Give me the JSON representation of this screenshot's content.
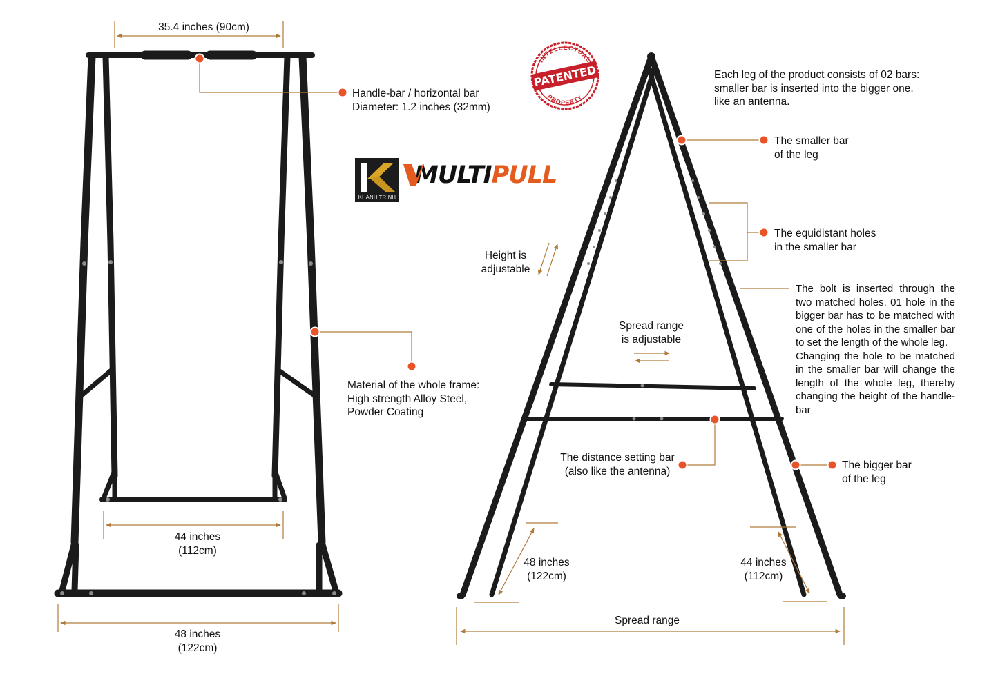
{
  "logo": {
    "name": "KHANH TRINH",
    "letter": "K"
  },
  "brand": {
    "part1": "MULTI",
    "part2": "PULL",
    "accent_color": "#e35b1e"
  },
  "stamp": {
    "top": "INTELLECTUAL",
    "middle": "PATENTED",
    "bottom": "PROPERTY",
    "color": "#c8202a"
  },
  "colors": {
    "frame": "#1b1b1b",
    "dimension_line": "#b07a3a",
    "callout_dot": "#e8532a"
  },
  "front_view": {
    "top_width": "35.4 inches (90cm)",
    "handlebar": "Handle-bar / horizontal bar\nDiameter: 1.2 inches (32mm)",
    "material": "Material of the whole frame:\nHigh strength Alloy Steel,\nPowder Coating",
    "inner_width": "44 inches\n(112cm)",
    "base_width": "48 inches\n(122cm)"
  },
  "side_view": {
    "leg_note": "Each leg of the product consists of 02 bars:\nsmaller bar is inserted into the bigger one,\nlike an antenna.",
    "smaller_bar": "The  smaller  bar\nof the leg",
    "holes": "The equidistant holes\nin the smaller bar",
    "bolt_text": "The bolt is inserted through the two matched holes. 01 hole in the bigger bar has to be matched with one of the holes in the smaller bar to set the length of the whole leg.\nChanging the hole to be matched in the smaller bar will change the length of the whole leg, thereby changing the height of the handle-bar",
    "height": "Height is\nadjustable",
    "spread_adj": "Spread range\nis adjustable",
    "distance_bar": "The distance setting bar\n(also like the antenna)",
    "bigger_bar": "The  bigger  bar\nof the leg",
    "left_leg": "48 inches\n(122cm)",
    "right_leg": "44 inches\n(112cm)",
    "spread_range": "Spread range"
  }
}
